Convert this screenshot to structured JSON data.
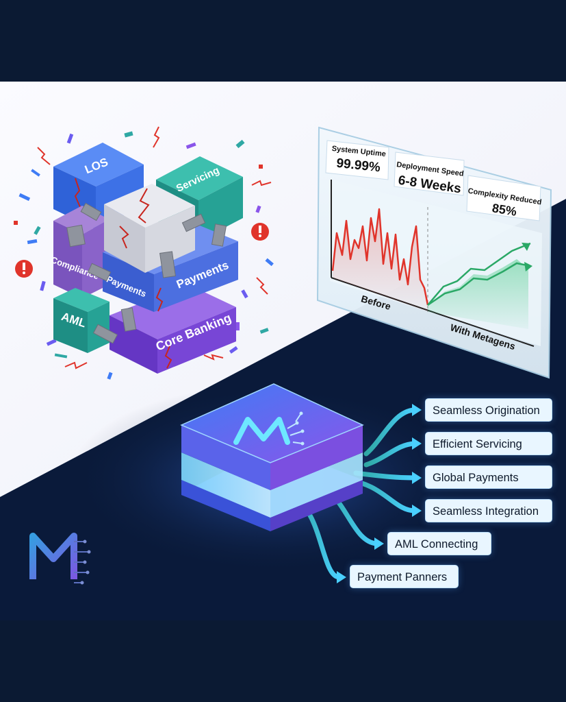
{
  "stats": [
    {
      "label": "System Uptime",
      "value": "99.99%"
    },
    {
      "label": "Deployment Speed",
      "value": "6-8 Weeks"
    },
    {
      "label": "Complexity Reduced",
      "value": "85%"
    }
  ],
  "chart_labels": {
    "before": "Before",
    "after": "With Metagens"
  },
  "blocks": {
    "los": "LOS",
    "servicing": "Servicing",
    "compliance": "Compliance",
    "payments_small": "Payments",
    "payments": "Payments",
    "aml": "AML",
    "core_banking": "Core Banking"
  },
  "outcomes": [
    "Seamless Origination",
    "Efficient Servicing",
    "Global Payments",
    "Seamless Integration",
    "AML Connecting",
    "Payment Panners"
  ],
  "colors": {
    "bg_dark": "#0b1a33",
    "bg_light": "#f5f6fb",
    "before_line": "#e0342b",
    "after_line": "#2aa866",
    "accent": "#6b5cf0"
  }
}
